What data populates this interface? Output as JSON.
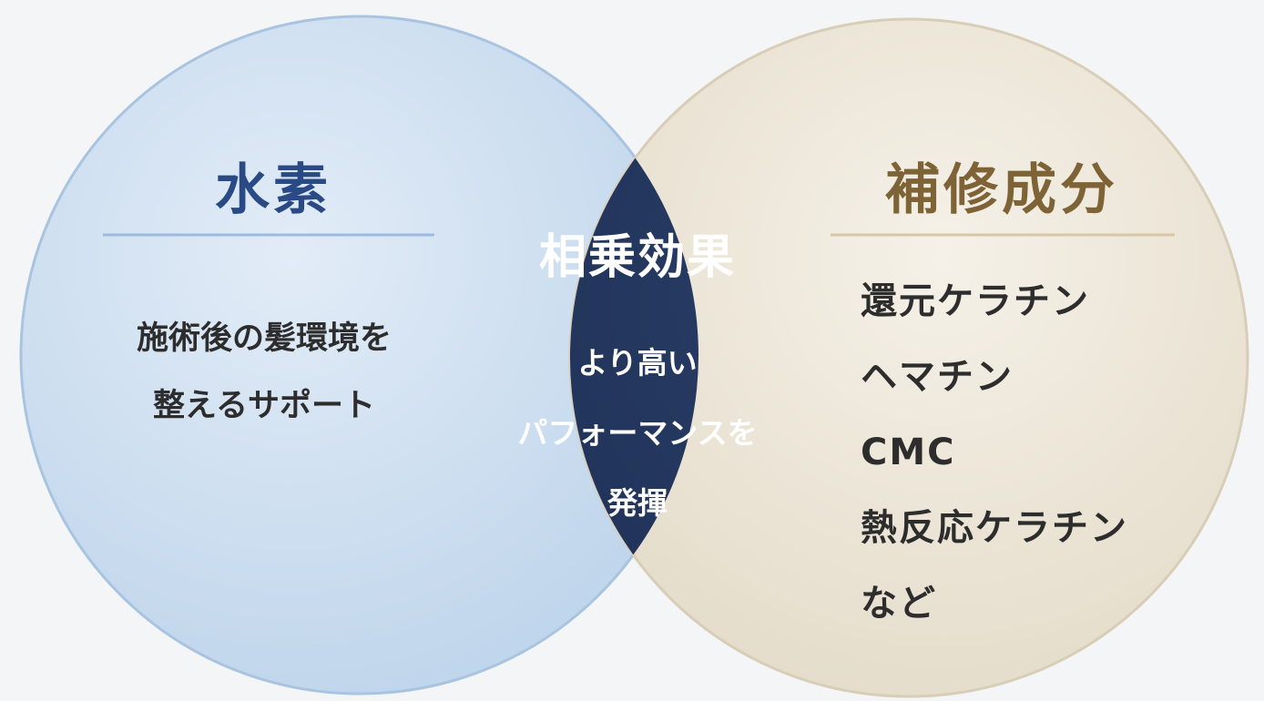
{
  "colors": {
    "background": "#f3f5f7",
    "left_circle": "#c9dcef",
    "left_accent": "#2a4a86",
    "right_circle": "#ece5d6",
    "right_accent": "#7e6336",
    "center": "#23375d"
  },
  "left": {
    "title": "水素",
    "body": "施術後の髪環境を\n整えるサポート"
  },
  "center": {
    "title": "相乗効果",
    "body": "より高い\nパフォーマンスを\n発揮"
  },
  "right": {
    "title": "補修成分",
    "items": [
      "還元ケラチン",
      "ヘマチン",
      "CMC",
      "熱反応ケラチン",
      "など"
    ]
  }
}
